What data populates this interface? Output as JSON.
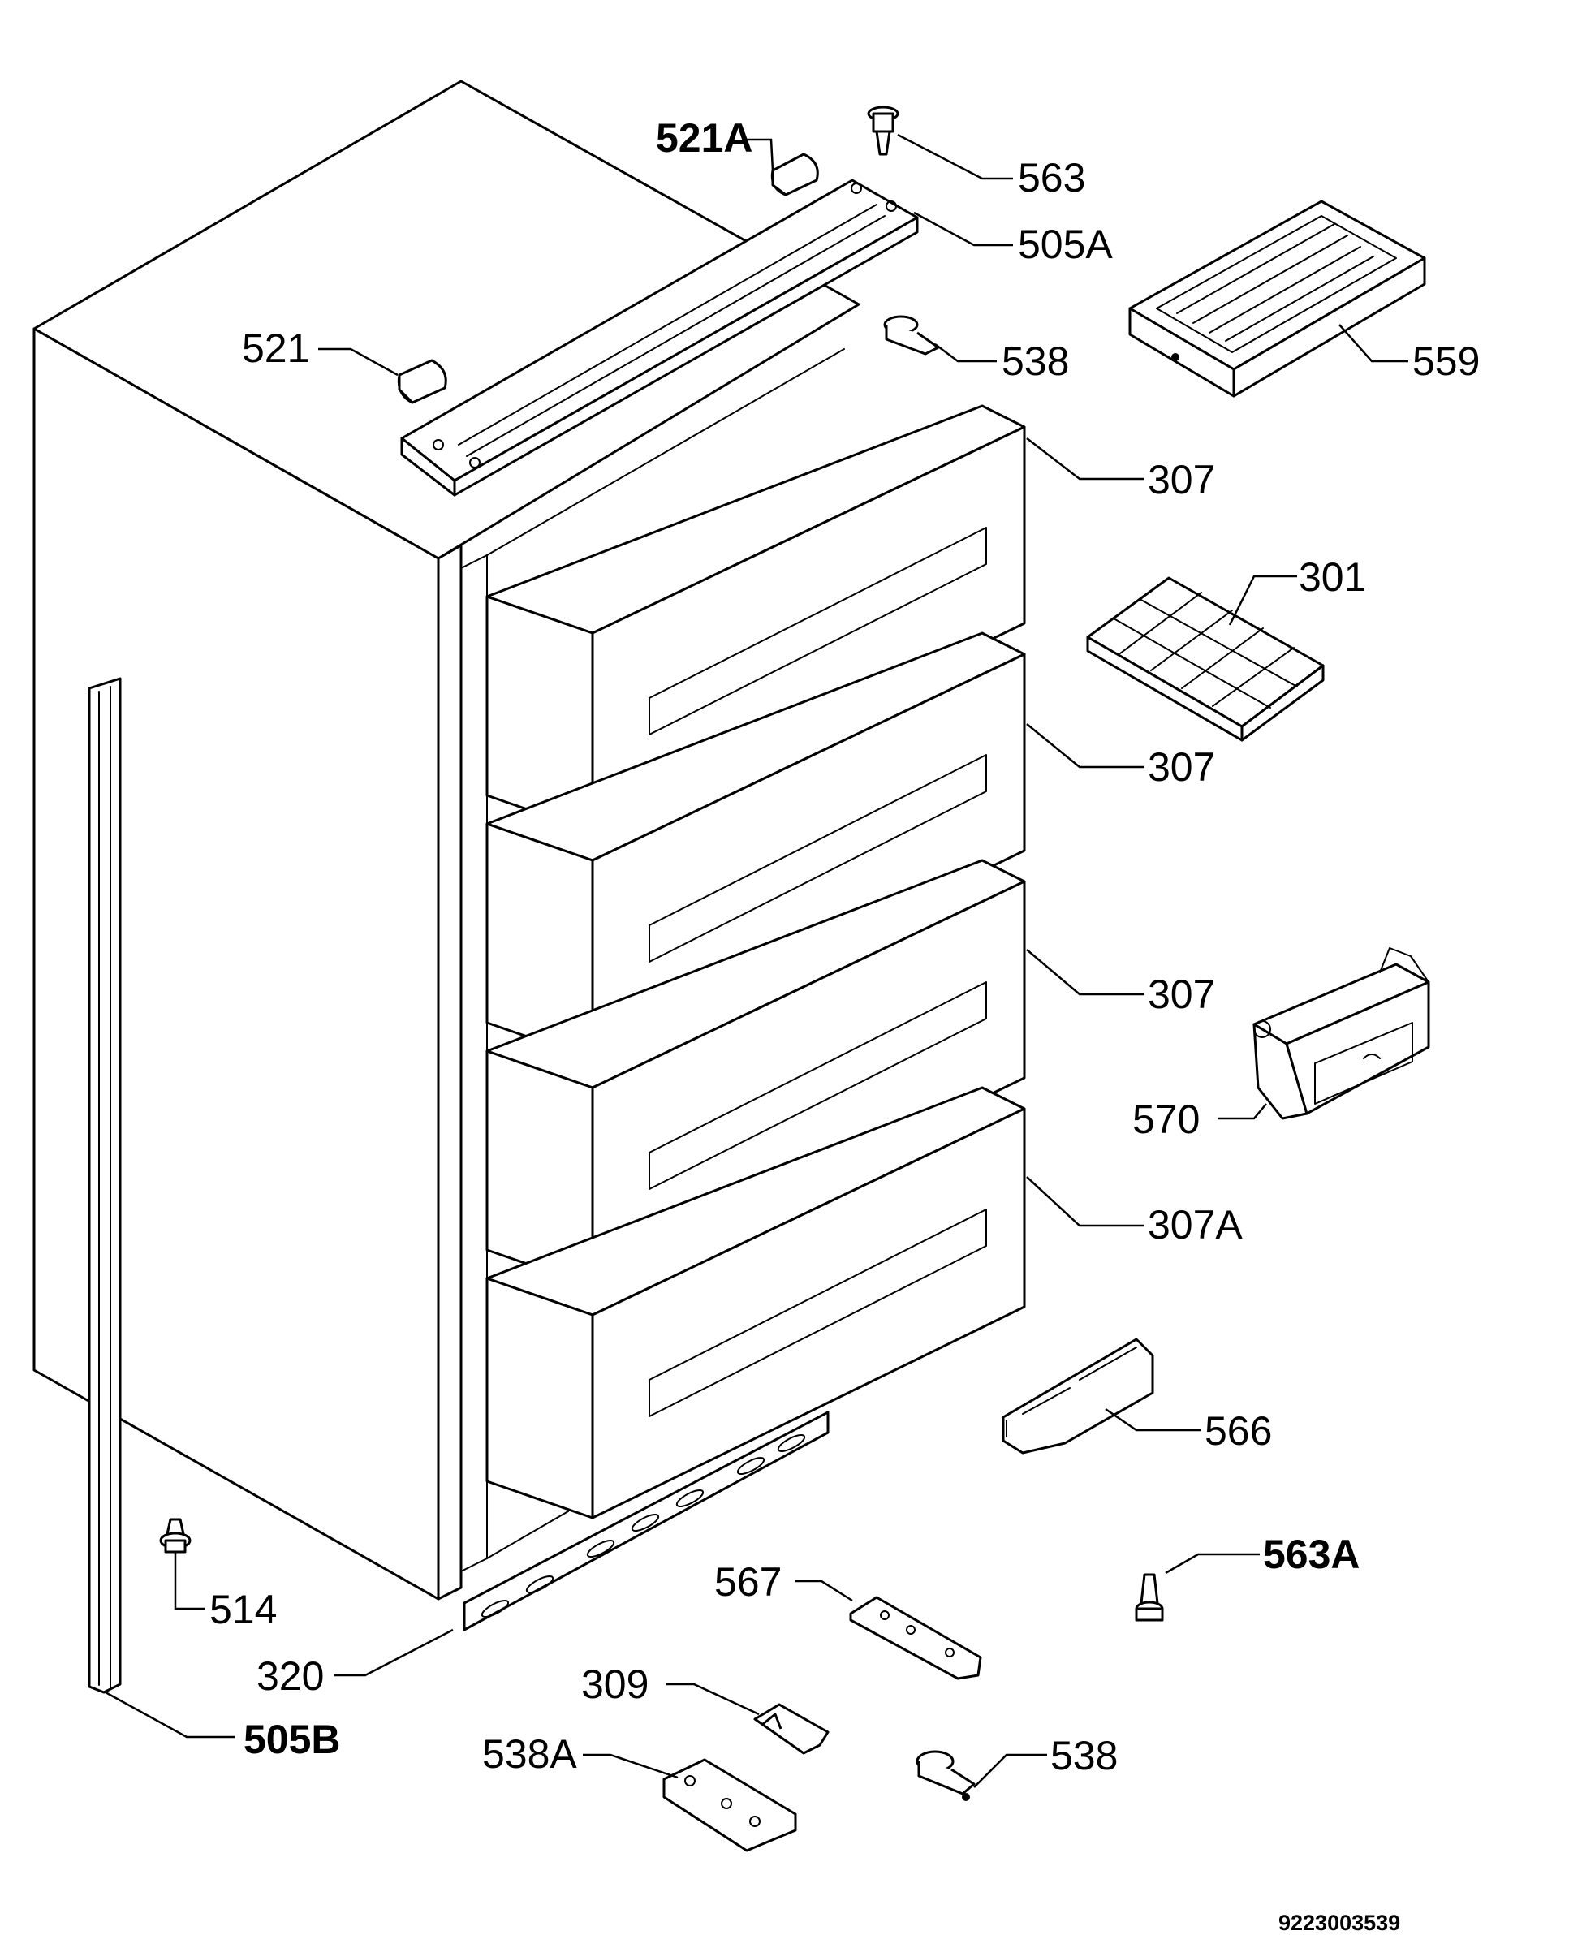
{
  "labels": {
    "l521A": "521A",
    "l563": "563",
    "l505A": "505A",
    "l521": "521",
    "l538_top": "538",
    "l559": "559",
    "l307_1": "307",
    "l301": "301",
    "l307_2": "307",
    "l307_3": "307",
    "l570": "570",
    "l307A": "307A",
    "l566": "566",
    "l563A": "563A",
    "l514": "514",
    "l567": "567",
    "l320": "320",
    "l309": "309",
    "l538_bottom": "538",
    "l505B": "505B",
    "l538A": "538A"
  },
  "document_number": "9223003539"
}
